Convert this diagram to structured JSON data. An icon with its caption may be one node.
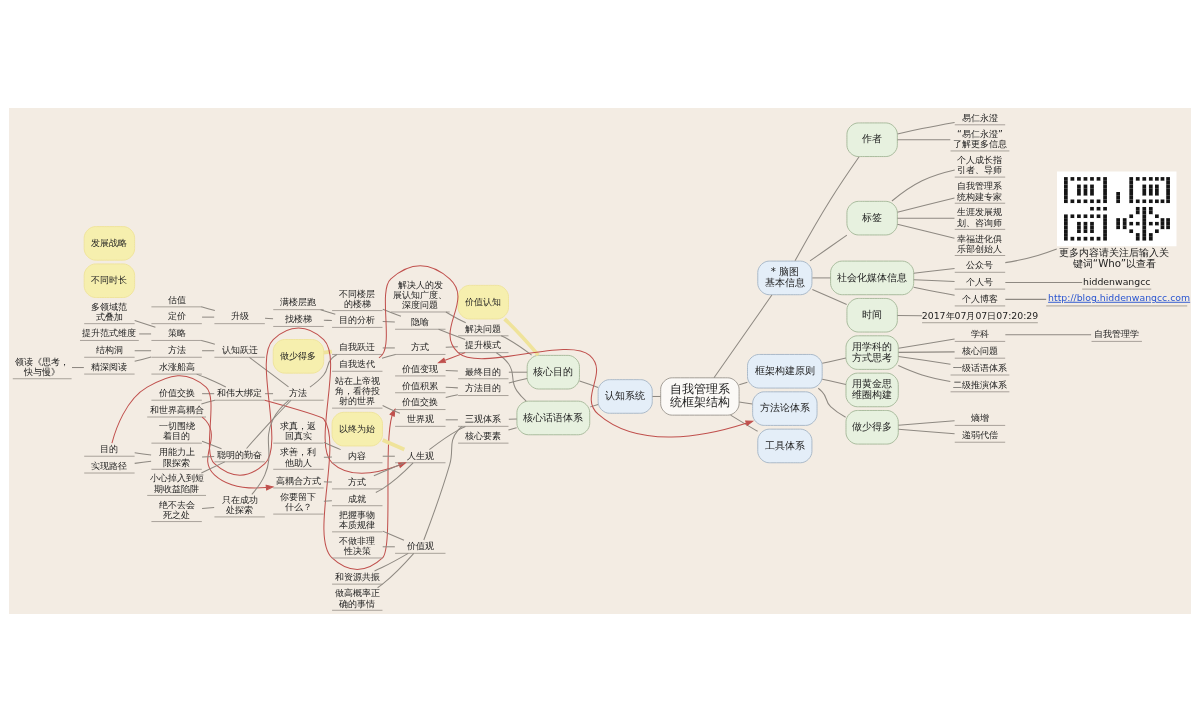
{
  "diagram": {
    "nodes": [
      {
        "text": [
          "自我管理系统框架结构"
        ]
      },
      {
        "text": [
          "认知系统"
        ]
      },
      {
        "text": [
          "核心目的"
        ]
      },
      {
        "text": [
          "价值认知"
        ]
      },
      {
        "text": [
          "解决问题"
        ]
      },
      {
        "text": [
          "解决人的发展认知广度、深度问题"
        ]
      },
      {
        "text": [
          "最终目的"
        ]
      },
      {
        "text": [
          "价值变现"
        ]
      },
      {
        "text": [
          "方法目的"
        ]
      },
      {
        "text": [
          "价值积累"
        ]
      },
      {
        "text": [
          "价值交换"
        ]
      },
      {
        "text": [
          "核心话语体系"
        ]
      },
      {
        "text": [
          "提升模式"
        ]
      },
      {
        "text": [
          "隐喻"
        ]
      },
      {
        "text": [
          "不同楼层的楼梯"
        ]
      },
      {
        "text": [
          "目的分析"
        ]
      },
      {
        "text": [
          "满楼层跑"
        ]
      },
      {
        "text": [
          "找楼梯"
        ]
      },
      {
        "text": [
          "升级"
        ]
      },
      {
        "text": [
          "估值"
        ]
      },
      {
        "text": [
          "定价"
        ]
      },
      {
        "text": [
          "方式"
        ]
      },
      {
        "text": [
          "自我跃迁"
        ]
      },
      {
        "text": [
          "做少得多"
        ]
      },
      {
        "text": [
          "方法"
        ]
      },
      {
        "text": [
          "认知跃迁"
        ]
      },
      {
        "text": [
          "策略"
        ]
      },
      {
        "text": [
          "多领域范式叠加"
        ]
      },
      {
        "text": [
          "提升范式维度"
        ]
      },
      {
        "text": [
          "方法"
        ]
      },
      {
        "text": [
          "结构洞"
        ]
      },
      {
        "text": [
          "精深阅读"
        ]
      },
      {
        "text": [
          "领读《思考，快与慢》"
        ]
      },
      {
        "text": [
          "和伟大绑定"
        ]
      },
      {
        "text": [
          "水涨船高"
        ]
      },
      {
        "text": [
          "价值交换"
        ]
      },
      {
        "text": [
          "和世界高耦合"
        ]
      },
      {
        "text": [
          "聪明的勤奋"
        ]
      },
      {
        "text": [
          "一切围绕着目的"
        ]
      },
      {
        "text": [
          "用能力上限探索"
        ]
      },
      {
        "text": [
          "不同时长"
        ]
      },
      {
        "text": [
          "目的"
        ]
      },
      {
        "text": [
          "发展战略"
        ]
      },
      {
        "text": [
          "实现路径"
        ]
      },
      {
        "text": [
          "小心掉入到短期收益陷阱"
        ]
      },
      {
        "text": [
          "只在成功处探索"
        ]
      },
      {
        "text": [
          "绝不去会死之处"
        ]
      },
      {
        "text": [
          "自我迭代"
        ]
      },
      {
        "text": [
          "三观体系"
        ]
      },
      {
        "text": [
          "世界观"
        ]
      },
      {
        "text": [
          "站在上帝视角，看待投射的世界"
        ]
      },
      {
        "text": [
          "人生观"
        ]
      },
      {
        "text": [
          "以终为始"
        ]
      },
      {
        "text": [
          "内容"
        ]
      },
      {
        "text": [
          "求真，返回真实"
        ]
      },
      {
        "text": [
          "求善，利他助人"
        ]
      },
      {
        "text": [
          "方式"
        ]
      },
      {
        "text": [
          "高耦合方式"
        ]
      },
      {
        "text": [
          "成就"
        ]
      },
      {
        "text": [
          "你要留下什么？"
        ]
      },
      {
        "text": [
          "价值观"
        ]
      },
      {
        "text": [
          "把握事物本质规律"
        ]
      },
      {
        "text": [
          "不做非理性决策"
        ]
      },
      {
        "text": [
          "和资源共振"
        ]
      },
      {
        "text": [
          "做高概率正确的事情"
        ]
      },
      {
        "text": [
          "核心要素"
        ]
      },
      {
        "text": [
          "* 脑图基本信息"
        ]
      },
      {
        "text": [
          "作者"
        ]
      },
      {
        "text": [
          "易仁永澄"
        ]
      },
      {
        "text": [
          "“易仁永澄”了解更多信息"
        ]
      },
      {
        "text": [
          "标签"
        ]
      },
      {
        "text": [
          "个人成长指引者、导师"
        ]
      },
      {
        "text": [
          "自我管理系统构建专家"
        ]
      },
      {
        "text": [
          "生涯发展规划、咨询师"
        ]
      },
      {
        "text": [
          "幸福进化俱乐部创始人"
        ]
      },
      {
        "text": [
          "社会化媒体信息"
        ]
      },
      {
        "text": [
          "公众号"
        ]
      },
      {
        "text": [],
        "shape": "picture",
        "beside": [
          "更多内容请关注后输入关键词“Who”以查看"
        ]
      },
      {
        "text": [
          "个人号"
        ]
      },
      {
        "text": [
          "hiddenwangcc"
        ]
      },
      {
        "text": [
          "个人博客"
        ]
      },
      {
        "text": [
          "http://blog.hiddenwangcc.com"
        ]
      },
      {
        "text": [
          "时间"
        ]
      },
      {
        "text": [
          "2017年07月07日07:20:29"
        ]
      },
      {
        "text": [
          "框架构建原则"
        ]
      },
      {
        "text": [
          "用学科的方式思考"
        ]
      },
      {
        "text": [
          "学科"
        ]
      },
      {
        "text": [
          "自我管理学"
        ]
      },
      {
        "text": [
          "核心问题"
        ]
      },
      {
        "text": [
          "一级话语体系"
        ]
      },
      {
        "text": [
          "二级推演体系"
        ]
      },
      {
        "text": [
          "用黄金思维圈构建"
        ]
      },
      {
        "text": [
          "做少得多"
        ]
      },
      {
        "text": [
          "熵增"
        ]
      },
      {
        "text": [
          "递弱代偿"
        ]
      },
      {
        "text": [
          "方法论体系"
        ]
      },
      {
        "text": [
          "工具体系"
        ]
      }
    ],
    "edges": [
      {
        "from": 1,
        "to": 0,
        "arrow": "none"
      },
      {
        "from": 2,
        "to": 1,
        "arrow": "none"
      },
      {
        "from": 3,
        "to": 2,
        "arrow": "none",
        "style": "thick",
        "color": "#efe39a"
      },
      {
        "from": 4,
        "to": 2,
        "arrow": "none"
      },
      {
        "from": 5,
        "to": 4,
        "arrow": "none"
      },
      {
        "from": 6,
        "to": 2,
        "arrow": "none"
      },
      {
        "from": 7,
        "to": 6,
        "arrow": "none"
      },
      {
        "from": 8,
        "to": 2,
        "arrow": "none"
      },
      {
        "from": 9,
        "to": 8,
        "arrow": "none"
      },
      {
        "from": 10,
        "to": 8,
        "arrow": "none"
      },
      {
        "from": 11,
        "to": 1,
        "arrow": "none"
      },
      {
        "from": 12,
        "to": 11,
        "arrow": "none"
      },
      {
        "from": 13,
        "to": 12,
        "arrow": "none"
      },
      {
        "from": 14,
        "to": 13,
        "arrow": "none"
      },
      {
        "from": 15,
        "to": 13,
        "arrow": "none"
      },
      {
        "from": 16,
        "to": 15,
        "arrow": "none"
      },
      {
        "from": 17,
        "to": 15,
        "arrow": "none"
      },
      {
        "from": 18,
        "to": 17,
        "arrow": "none"
      },
      {
        "from": 19,
        "to": 18,
        "arrow": "none"
      },
      {
        "from": 20,
        "to": 18,
        "arrow": "none"
      },
      {
        "from": 21,
        "to": 12,
        "arrow": "none"
      },
      {
        "from": 22,
        "to": 21,
        "arrow": "none"
      },
      {
        "from": 23,
        "to": 22,
        "arrow": "none",
        "style": "thick",
        "color": "#efe39a"
      },
      {
        "from": 24,
        "to": 22,
        "arrow": "none"
      },
      {
        "from": 25,
        "to": 24,
        "arrow": "none"
      },
      {
        "from": 26,
        "to": 25,
        "arrow": "none"
      },
      {
        "from": 27,
        "to": 26,
        "arrow": "none"
      },
      {
        "from": 28,
        "to": 26,
        "arrow": "none"
      },
      {
        "from": 29,
        "to": 25,
        "arrow": "none"
      },
      {
        "from": 30,
        "to": 29,
        "arrow": "none"
      },
      {
        "from": 31,
        "to": 29,
        "arrow": "none"
      },
      {
        "from": 32,
        "to": 31,
        "arrow": "none"
      },
      {
        "from": 33,
        "to": 24,
        "arrow": "none"
      },
      {
        "from": 34,
        "to": 33,
        "arrow": "none"
      },
      {
        "from": 35,
        "to": 33,
        "arrow": "none"
      },
      {
        "from": 36,
        "to": 33,
        "arrow": "none"
      },
      {
        "from": 37,
        "to": 24,
        "arrow": "none"
      },
      {
        "from": 38,
        "to": 37,
        "arrow": "none"
      },
      {
        "from": 39,
        "to": 37,
        "arrow": "none"
      },
      {
        "from": 41,
        "to": 39,
        "arrow": "none"
      },
      {
        "from": 43,
        "to": 39,
        "arrow": "none"
      },
      {
        "from": 44,
        "to": 37,
        "arrow": "none"
      },
      {
        "from": 45,
        "to": 24,
        "arrow": "none"
      },
      {
        "from": 46,
        "to": 45,
        "arrow": "none"
      },
      {
        "from": 47,
        "to": 21,
        "arrow": "none"
      },
      {
        "from": 48,
        "to": 11,
        "arrow": "none"
      },
      {
        "from": 49,
        "to": 48,
        "arrow": "none"
      },
      {
        "from": 50,
        "to": 49,
        "arrow": "none"
      },
      {
        "from": 51,
        "to": 48,
        "arrow": "none"
      },
      {
        "from": 52,
        "to": 51,
        "arrow": "none",
        "style": "thick",
        "color": "#efe39a"
      },
      {
        "from": 53,
        "to": 51,
        "arrow": "none"
      },
      {
        "from": 54,
        "to": 53,
        "arrow": "none"
      },
      {
        "from": 55,
        "to": 53,
        "arrow": "none"
      },
      {
        "from": 56,
        "to": 51,
        "arrow": "none"
      },
      {
        "from": 57,
        "to": 56,
        "arrow": "none"
      },
      {
        "from": 58,
        "to": 51,
        "arrow": "none"
      },
      {
        "from": 59,
        "to": 58,
        "arrow": "none"
      },
      {
        "from": 60,
        "to": 48,
        "arrow": "none"
      },
      {
        "from": 61,
        "to": 60,
        "arrow": "none"
      },
      {
        "from": 62,
        "to": 60,
        "arrow": "none"
      },
      {
        "from": 63,
        "to": 60,
        "arrow": "none"
      },
      {
        "from": 64,
        "to": 60,
        "arrow": "none"
      },
      {
        "from": 65,
        "to": 11,
        "arrow": "none"
      },
      {
        "from": 0,
        "to": 66,
        "arrow": "none"
      },
      {
        "from": 66,
        "to": 67,
        "arrow": "none"
      },
      {
        "from": 67,
        "to": 68,
        "arrow": "none"
      },
      {
        "from": 67,
        "to": 69,
        "arrow": "none"
      },
      {
        "from": 66,
        "to": 70,
        "arrow": "none"
      },
      {
        "from": 70,
        "to": 71,
        "arrow": "none"
      },
      {
        "from": 70,
        "to": 72,
        "arrow": "none"
      },
      {
        "from": 70,
        "to": 73,
        "arrow": "none"
      },
      {
        "from": 70,
        "to": 74,
        "arrow": "none"
      },
      {
        "from": 66,
        "to": 75,
        "arrow": "none"
      },
      {
        "from": 75,
        "to": 76,
        "arrow": "none"
      },
      {
        "from": 76,
        "to": 77,
        "arrow": "none"
      },
      {
        "from": 75,
        "to": 78,
        "arrow": "none"
      },
      {
        "from": 78,
        "to": 79,
        "arrow": "none"
      },
      {
        "from": 75,
        "to": 80,
        "arrow": "none"
      },
      {
        "from": 80,
        "to": 81,
        "arrow": "none"
      },
      {
        "from": 66,
        "to": 82,
        "arrow": "none"
      },
      {
        "from": 82,
        "to": 83,
        "arrow": "none"
      },
      {
        "from": 0,
        "to": 84,
        "arrow": "none"
      },
      {
        "from": 84,
        "to": 85,
        "arrow": "none"
      },
      {
        "from": 85,
        "to": 86,
        "arrow": "none"
      },
      {
        "from": 86,
        "to": 87,
        "arrow": "none"
      },
      {
        "from": 85,
        "to": 88,
        "arrow": "none"
      },
      {
        "from": 85,
        "to": 89,
        "arrow": "none"
      },
      {
        "from": 85,
        "to": 90,
        "arrow": "none"
      },
      {
        "from": 84,
        "to": 91,
        "arrow": "none"
      },
      {
        "from": 84,
        "to": 92,
        "arrow": "none"
      },
      {
        "from": 92,
        "to": 93,
        "arrow": "none"
      },
      {
        "from": 92,
        "to": 94,
        "arrow": "none"
      },
      {
        "from": 0,
        "to": 95,
        "arrow": "none"
      },
      {
        "from": 0,
        "to": 96,
        "arrow": "none"
      },
      {
        "from": 12,
        "to": 7,
        "arrow": "to",
        "color": "#c0504d"
      },
      {
        "from": 33,
        "to": 10,
        "arrow": "to",
        "color": "#c0504d"
      },
      {
        "from": 36,
        "to": 57,
        "arrow": "to",
        "color": "#c0504d"
      },
      {
        "from": 41,
        "to": 51,
        "arrow": "to",
        "color": "#c0504d"
      },
      {
        "from": 47,
        "to": 95,
        "arrow": "to",
        "color": "#c0504d"
      }
    ]
  }
}
